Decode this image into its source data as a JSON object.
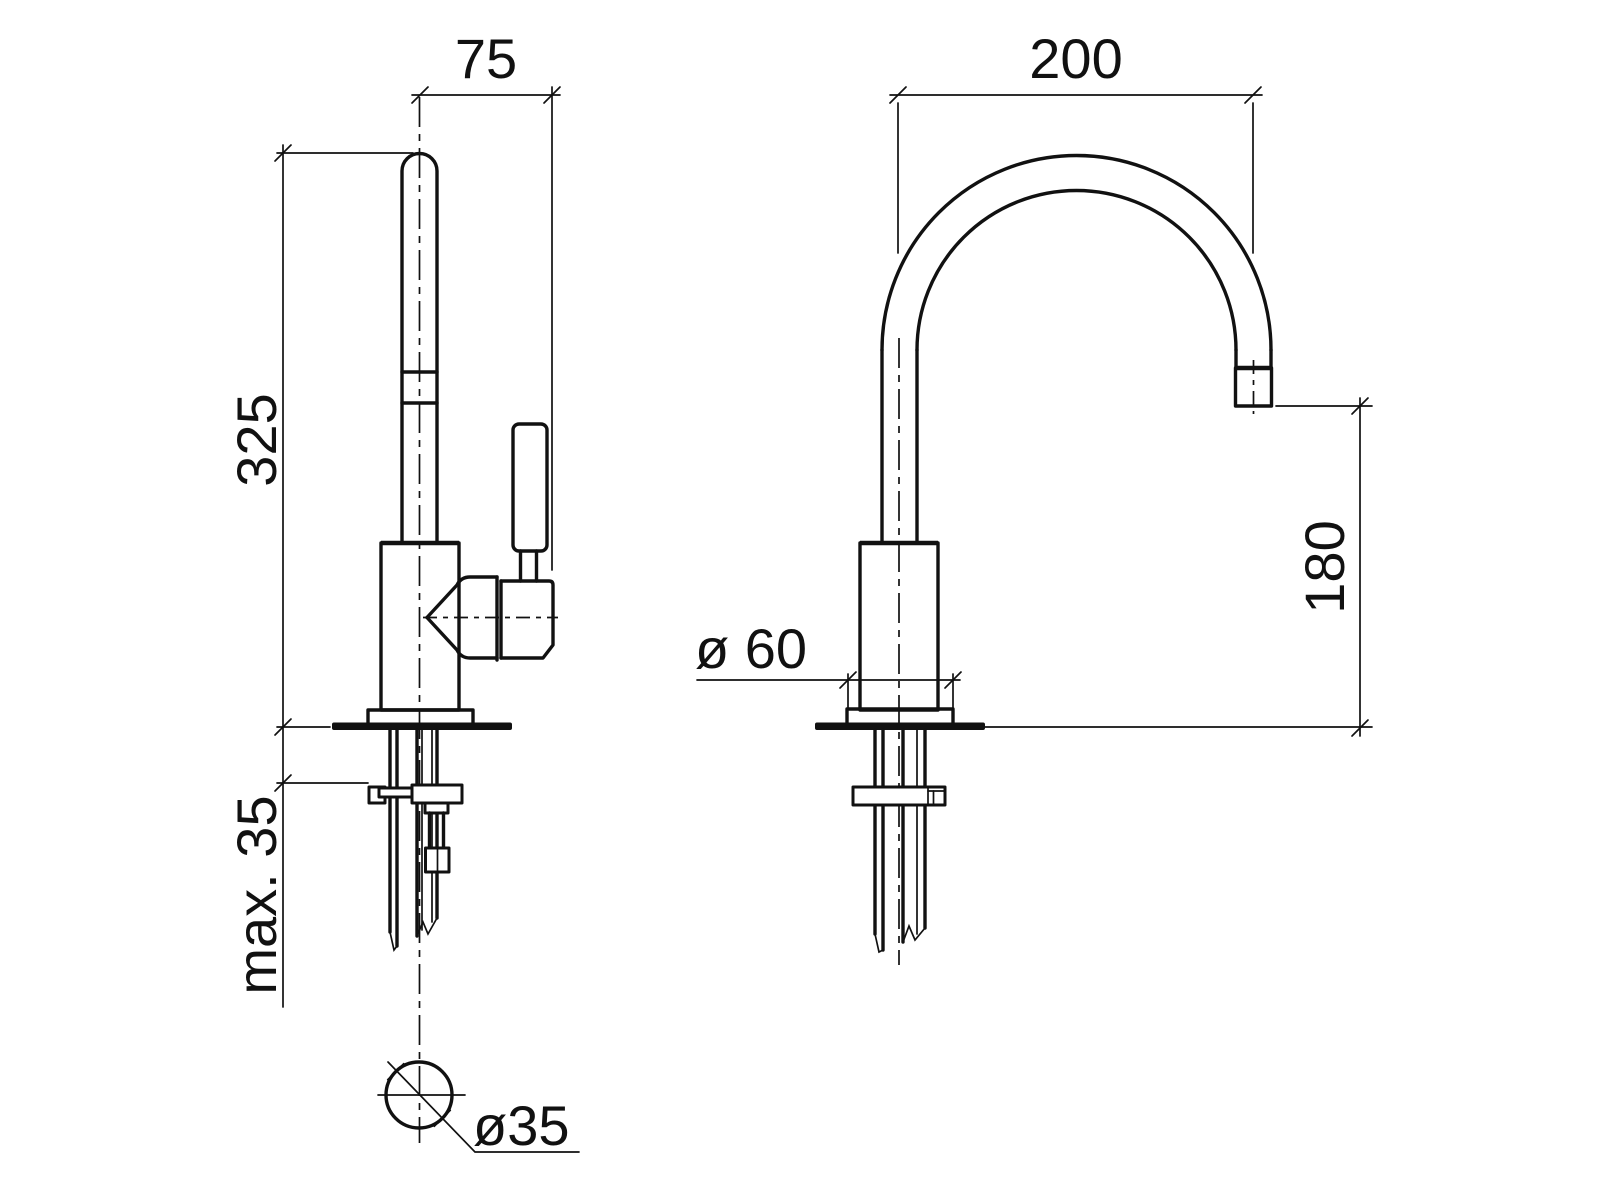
{
  "drawing": {
    "type": "technical dimension drawing",
    "subject": "single-lever kitchen faucet, side elevation and front elevation",
    "background_color": "#ffffff",
    "line_color": "#111111",
    "side_view": {
      "spout_offset_mm": "75",
      "height_mm": "325",
      "max_counter_thickness": "max. 35",
      "hole_diameter": "ø35"
    },
    "front_view": {
      "spout_reach_mm": "200",
      "outlet_height_mm": "180",
      "base_diameter": "ø 60"
    }
  }
}
